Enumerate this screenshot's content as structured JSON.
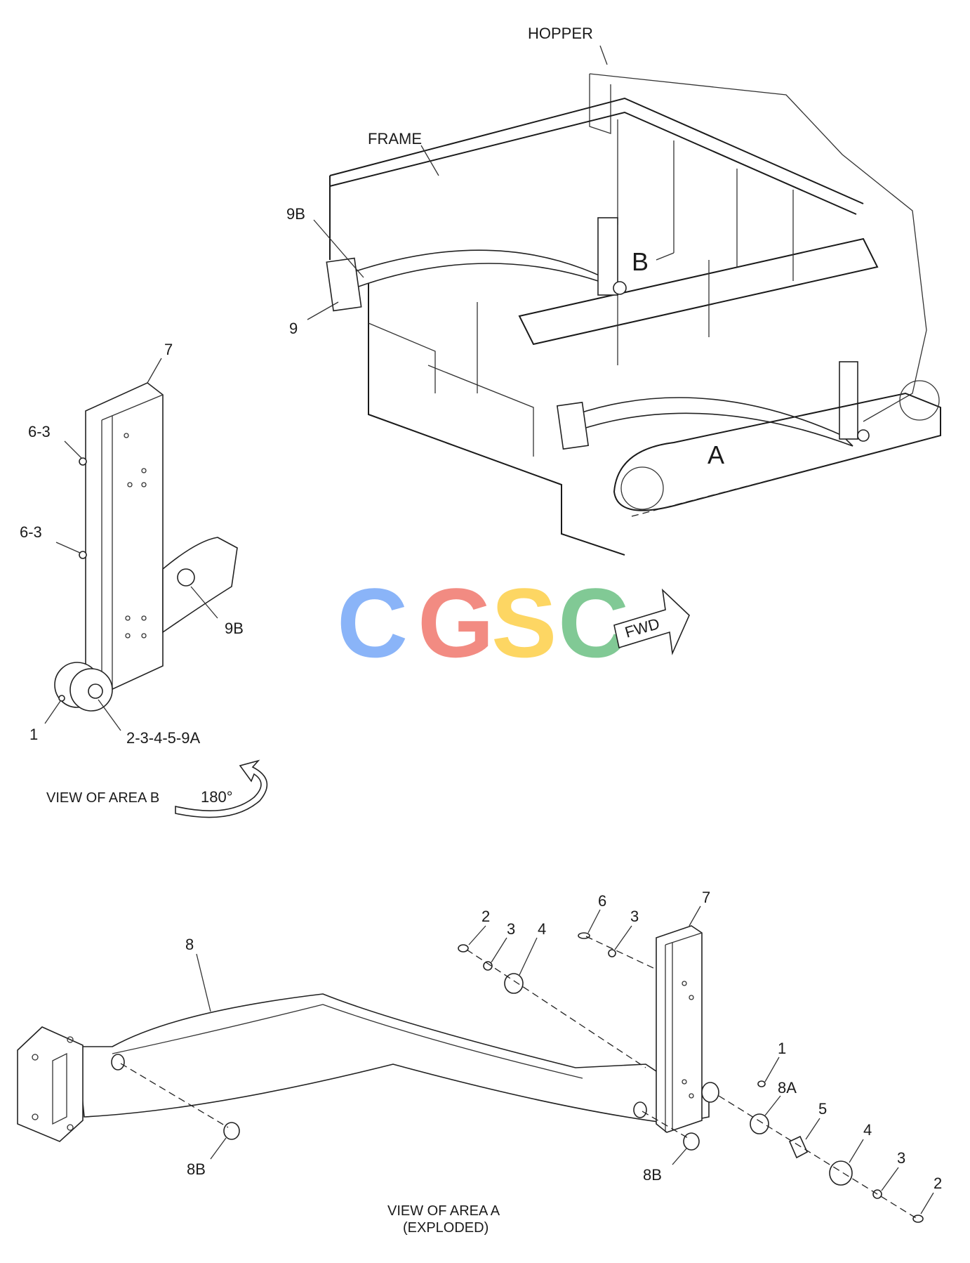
{
  "labels": {
    "hopper": "HOPPER",
    "frame": "FRAME",
    "area_b_marker": "B",
    "area_a_marker": "A",
    "callout_9b_top": "9B",
    "callout_9_top": "9",
    "viewb_7": "7",
    "viewb_6_3_upper": "6-3",
    "viewb_6_3_lower": "6-3",
    "viewb_9b": "9B",
    "viewb_1": "1",
    "viewb_stack": "2-3-4-5-9A",
    "viewa_8": "8",
    "viewa_2_left": "2",
    "viewa_3_left": "3",
    "viewa_4_left": "4",
    "viewa_6": "6",
    "viewa_3_mid": "3",
    "viewa_7": "7",
    "viewa_1": "1",
    "viewa_8a": "8A",
    "viewa_5": "5",
    "viewa_4_right": "4",
    "viewa_3_right": "3",
    "viewa_2_right": "2",
    "viewa_8b_left": "8B",
    "viewa_8b_right": "8B"
  },
  "fwd_arrow": {
    "label": "FWD"
  },
  "rotation": {
    "label": "180°"
  },
  "captions": {
    "view_b": "VIEW OF AREA B",
    "view_a_line1": "VIEW OF AREA A",
    "view_a_line2": "(EXPLODED)"
  },
  "watermark": {
    "letters": [
      "C",
      "G",
      "S",
      "C"
    ],
    "colors": [
      "#8ab4f8",
      "#f28b82",
      "#fdd663",
      "#81c995"
    ]
  }
}
